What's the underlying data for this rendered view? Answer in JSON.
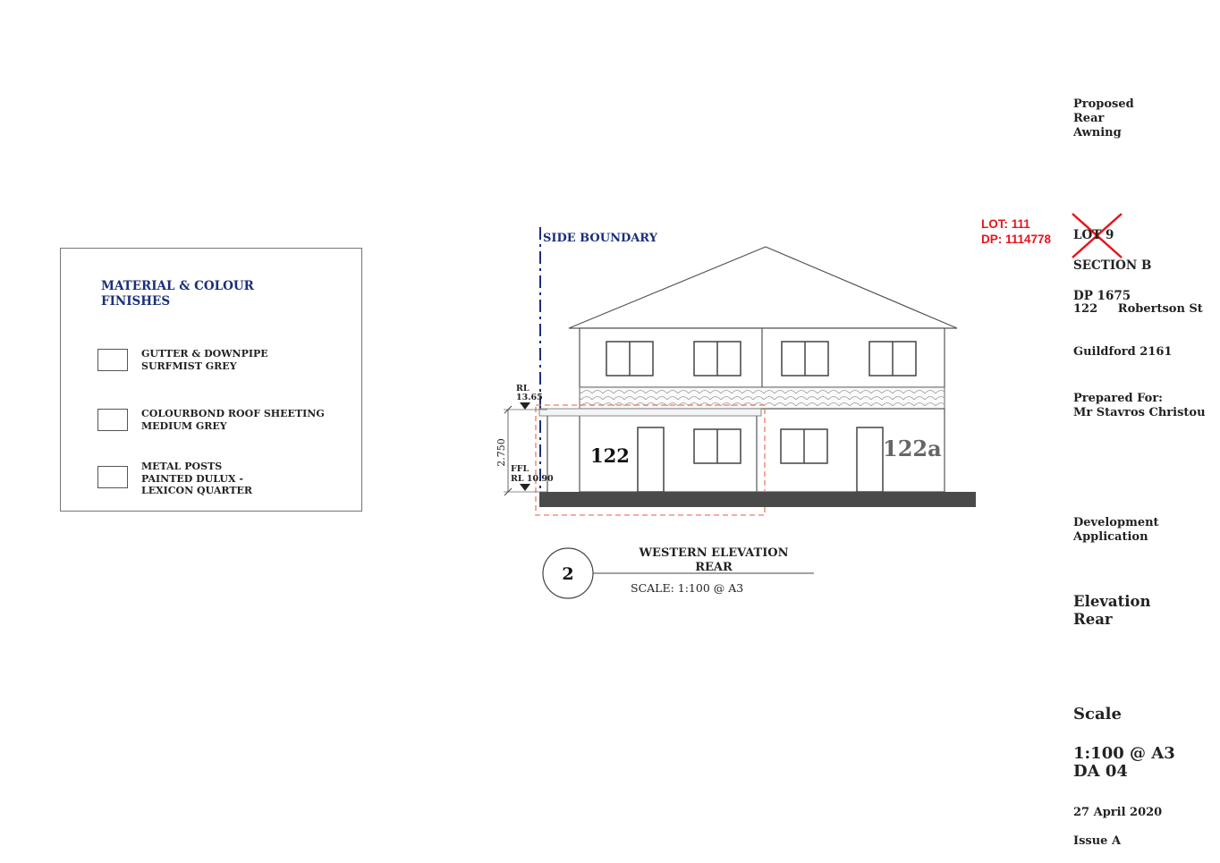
{
  "legend": {
    "title": "MATERIAL & COLOUR\nFINISHES",
    "items": [
      {
        "label": "GUTTER & DOWNPIPE\nSURFMIST GREY"
      },
      {
        "label": "COLOURBOND ROOF SHEETING\nMEDIUM GREY"
      },
      {
        "label": "METAL POSTS\nPAINTED DULUX -\nLEXICON QUARTER"
      }
    ]
  },
  "drawing": {
    "side_boundary": "SIDE BOUNDARY",
    "rl_label": "RL",
    "rl_value": "13.65",
    "ffl_label": "FFL",
    "ffl_value": "RL 10.90",
    "height_dim": "2.750",
    "unit_left": "122",
    "unit_right": "122a"
  },
  "caption": {
    "number": "2",
    "title_line1": "WESTERN ELEVATION",
    "title_line2": "REAR",
    "scale": "SCALE: 1:100 @ A3"
  },
  "lot_amendment": {
    "lot": "LOT: 111",
    "dp": "DP: 1114778"
  },
  "title_block": {
    "project": "Proposed\nRear\nAwning",
    "old_lot": "LOT 9",
    "section": "SECTION B",
    "old_dp": "DP 1675",
    "address_line1": "122     Robertson St",
    "address_line2": "Guildford 2161",
    "prepared_for_label": "Prepared For:",
    "client": "Mr Stavros Christou",
    "application": "Development\nApplication",
    "sheet_title": "Elevation\nRear",
    "scale_label": "Scale",
    "scale_value": "1:100 @ A3",
    "drawing_number": "DA 04",
    "date": "27 April 2020",
    "issue": "Issue A"
  },
  "colors": {
    "navy": "#1c2f7a",
    "red": "#e8141b",
    "awning_outline": "#f07a60",
    "ground": "#4a4a4a"
  }
}
